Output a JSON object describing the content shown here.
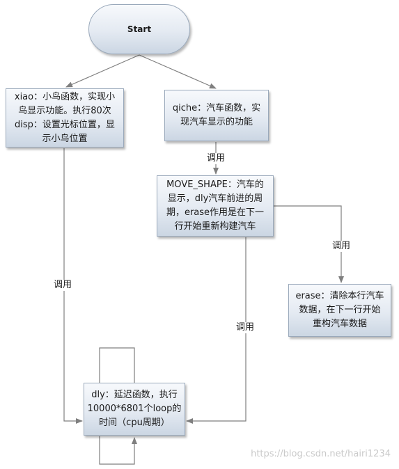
{
  "nodes": {
    "start": "Start",
    "xiao": "xiao：小鸟函数，实现小\n鸟显示功能。执行80次\ndisp：设置光标位置，显\n示小鸟位置",
    "qiche": "qiche：汽车函数，实\n现汽车显示的功能",
    "move_shape": "MOVE_SHAPE：汽车的\n显示，dly汽车前进的周\n期，erase作用是在下一\n行开始重新构建汽车",
    "erase": "erase：清除本行汽车\n数据，在下一行开始\n重构汽车数据",
    "dly": "dly：延迟函数，执行\n10000*6801个loop的\n时间（cpu周期）"
  },
  "edge_labels": {
    "qiche_to_move": "调用",
    "xiao_to_dly": "调用",
    "move_to_erase": "调用",
    "move_to_dly": "调用"
  },
  "watermark": "https://blog.csdn.net/hairi1234",
  "colors": {
    "line": "#7f7f7f",
    "node_top": "#f7f9fc",
    "node_bottom": "#cbd6e3",
    "node_border": "#9aa9bb"
  }
}
